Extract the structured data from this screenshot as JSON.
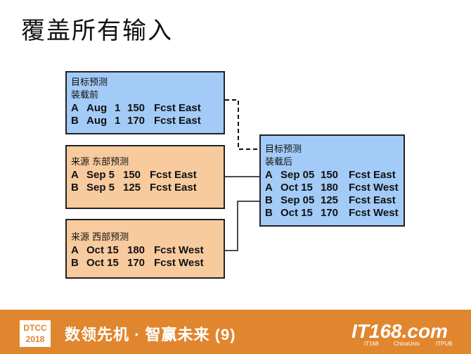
{
  "title": "覆盖所有输入",
  "target_before": {
    "h1": "目标预测",
    "h2": "装载前",
    "rows": [
      [
        "A",
        "Aug",
        "1",
        "150",
        "Fcst East"
      ],
      [
        "B",
        "Aug",
        "1",
        "170",
        "Fcst East"
      ]
    ]
  },
  "source_east": {
    "h1": "来源 东部预测",
    "rows": [
      [
        "A",
        "Sep 5",
        "150",
        "Fcst East"
      ],
      [
        "B",
        "Sep 5",
        "125",
        "Fcst East"
      ]
    ]
  },
  "source_west": {
    "h1": "来源 西部预测",
    "rows": [
      [
        "A",
        "Oct 15",
        "180",
        "Fcst West"
      ],
      [
        "B",
        "Oct 15",
        "170",
        "Fcst West"
      ]
    ]
  },
  "target_after": {
    "h1": "目标预测",
    "h2": "装载后",
    "rows": [
      [
        "A",
        "Sep 05",
        "150",
        "Fcst East"
      ],
      [
        "A",
        "Oct 15",
        "180",
        "Fcst West"
      ],
      [
        "B",
        "Sep 05",
        "125",
        "Fcst East"
      ],
      [
        "B",
        "Oct 15",
        "170",
        "Fcst West"
      ]
    ]
  },
  "footer": {
    "dtcc": "DTCC",
    "year": "2018",
    "slogan": "数领先机 · 智赢未来 (9)",
    "logo": "IT168.com",
    "sub1": "IT168",
    "sub2": "ChinaUnix",
    "sub3": "ITPUB"
  }
}
